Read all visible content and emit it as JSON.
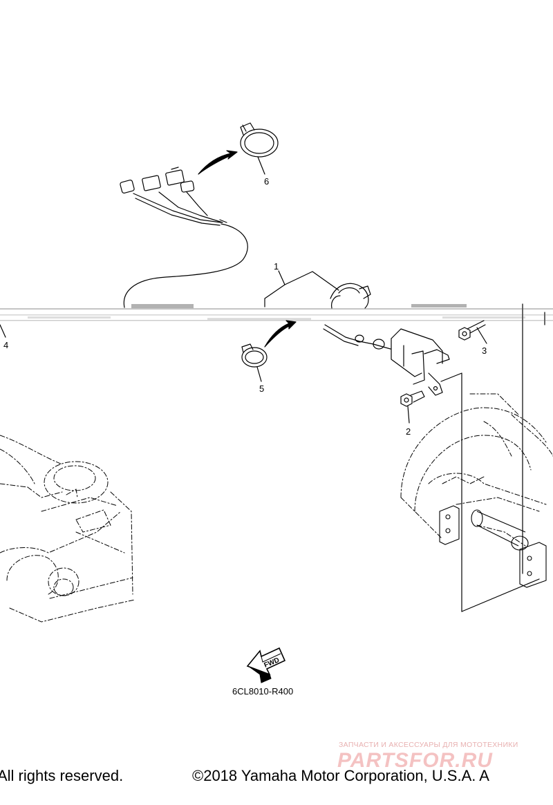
{
  "diagram": {
    "callouts": [
      "1",
      "2",
      "3",
      "4",
      "5",
      "6"
    ],
    "fwd_badge": "FWD",
    "drawing_code": "6CL8010-R400"
  },
  "footer": {
    "rights": "All rights reserved.",
    "copyright": "©2018 Yamaha Motor Corporation, U.S.A. A"
  },
  "watermark": {
    "tagline": "ЗАПЧАСТИ И АКСЕССУАРЫ ДЛЯ МОТОТЕХНИКИ",
    "logo": "PARTSFOR.RU"
  }
}
